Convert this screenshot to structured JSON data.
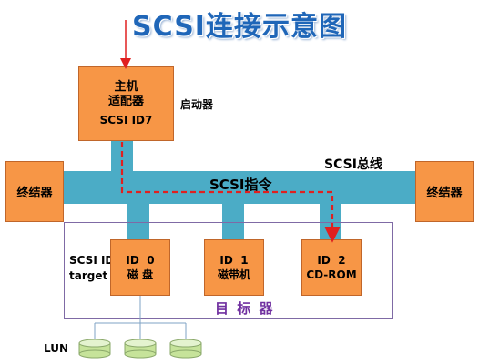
{
  "title": "SCSI连接示意图",
  "host_adapter": {
    "line1": "主机",
    "line2": "适配器",
    "line3": "SCSI ID7"
  },
  "initiator_label": "启动器",
  "bus_label": "SCSI总线",
  "command_label": "SCSI指令",
  "terminator_left": "终结器",
  "terminator_right": "终结器",
  "target_side_label": {
    "line1": "SCSI ID",
    "line2": "target"
  },
  "devices": [
    {
      "id": "ID  0",
      "name": "磁 盘"
    },
    {
      "id": "ID  1",
      "name": "磁带机"
    },
    {
      "id": "ID  2",
      "name": "CD-ROM"
    }
  ],
  "target_label": "目 标 器",
  "lun_label": "LUN",
  "colors": {
    "bus": "#4bacc6",
    "box": "#f79646",
    "arrow": "#e02020",
    "title": "#1f66b8",
    "frame": "#7f6aa5",
    "lun": "#c6e39a"
  }
}
